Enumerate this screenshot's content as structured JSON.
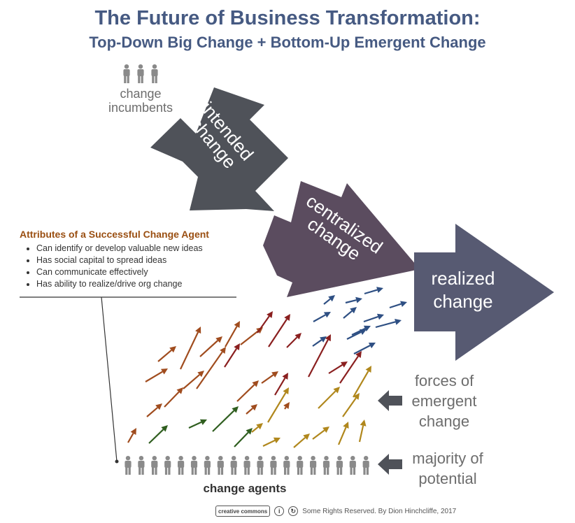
{
  "title": "The Future of Business Transformation:",
  "subtitle": "Top-Down Big Change + Bottom-Up Emergent Change",
  "incumbents_label": "change incumbents",
  "arrows": {
    "intended": "intended change",
    "centralized": "centralized change",
    "realized": "realized change"
  },
  "attributes": {
    "title": "Attributes of a Successful Change Agent",
    "items": [
      "Can identify or develop valuable new ideas",
      "Has social capital to spread ideas",
      "Can communicate effectively",
      "Has ability to realize/drive org change"
    ]
  },
  "side_labels": {
    "forces": "forces of emergent change",
    "majority": "majority of potential"
  },
  "agents_label": "change agents",
  "footer": {
    "badge": "creative commons",
    "text": "Some Rights Reserved. By Dion Hinchcliffe, 2017"
  },
  "colors": {
    "title": "#465a82",
    "arrow_intended": "#4f5259",
    "arrow_centralized": "#5b4c5f",
    "arrow_realized": "#575a72",
    "people": "#8a8a8a",
    "small_arrows": [
      "#2e4f83",
      "#8a1f1f",
      "#a04c1e",
      "#b0871c",
      "#2f5e1f"
    ]
  }
}
